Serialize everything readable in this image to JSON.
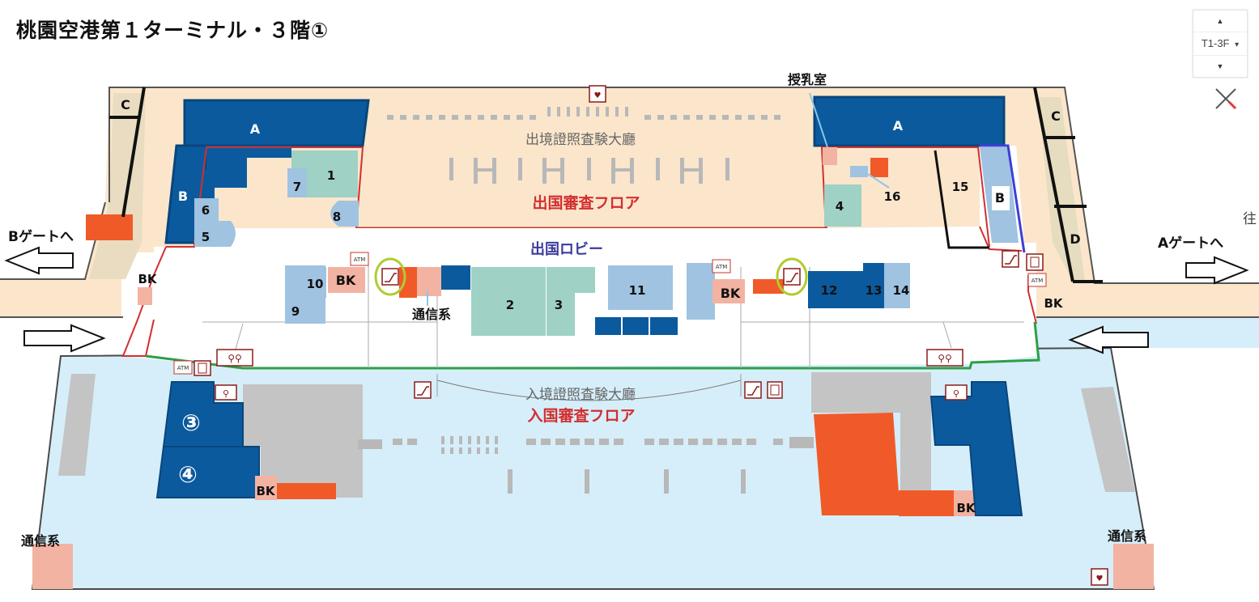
{
  "title": "桃園空港第１ターミナル・３階①",
  "floor_control": {
    "up": "▲",
    "current": "T1-3F",
    "dropdown": "▾",
    "down": "▼"
  },
  "areas": {
    "departure_hall": "出境證照査験大廳",
    "departure_floor": "出国審査フロア",
    "departure_lobby": "出国ロビー",
    "arrival_hall": "入境證照査験大廳",
    "arrival_floor": "入国審査フロア"
  },
  "gates": {
    "b_gate": "Bゲートへ",
    "a_gate": "Aゲートへ",
    "edge_text": "往"
  },
  "zones": {
    "A": "A",
    "B": "B",
    "C": "C",
    "D": "D",
    "circ3": "③",
    "circ4": "④"
  },
  "shops": [
    "1",
    "2",
    "3",
    "4",
    "5",
    "6",
    "7",
    "8",
    "9",
    "10",
    "11",
    "12",
    "13",
    "14",
    "15",
    "16"
  ],
  "labels": {
    "nursing_room": "授乳室",
    "telecom": "通信系",
    "bk": "BK",
    "atm": "ATM",
    "aed": "AED"
  },
  "colors": {
    "corridor": "#fbe6cc",
    "arrival": "#d6eef9",
    "dark_blue": "#0b5a9e",
    "light_blue": "#9fc3e0",
    "teal": "#9fd1c4",
    "orange": "#f05a28",
    "salmon": "#f2b3a2",
    "red_line": "#d32f2f",
    "green_line": "#2e9e48",
    "gray": "#c4c4c4"
  }
}
